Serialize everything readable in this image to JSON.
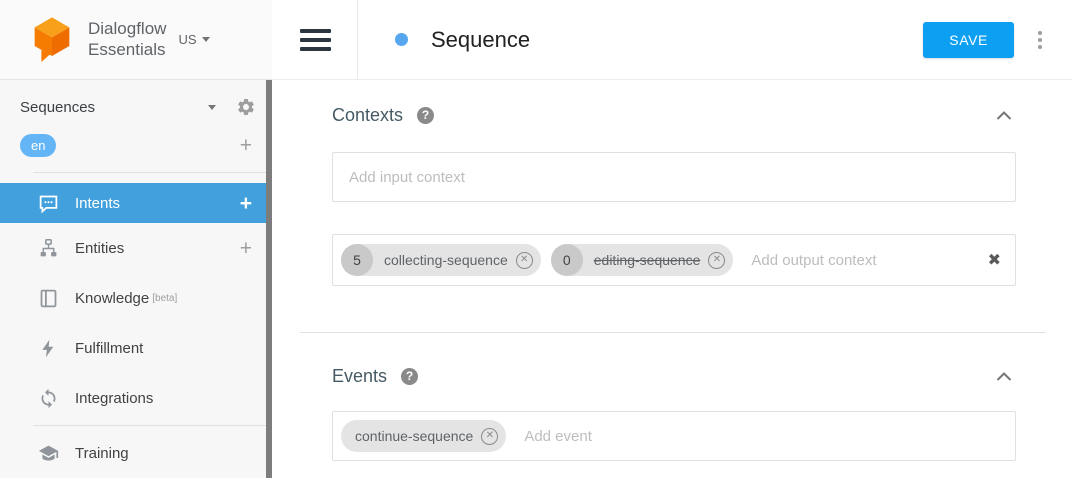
{
  "colors": {
    "active_nav_blue": "#42a1dd",
    "lang_pill_blue": "#64b5f6",
    "save_button_blue": "#0d9ff2",
    "intent_dot_blue": "#57a7f0",
    "logo_orange_top": "#f9a01b",
    "logo_orange_body": "#ef6c00",
    "chip_gray": "#e4e4e4"
  },
  "icons": {
    "plus": "+",
    "help": "?",
    "chip_remove": "✕",
    "clear_all": "✖"
  },
  "sidebar": {
    "brand": {
      "line1": "Dialogflow",
      "line2": "Essentials",
      "region": "US"
    },
    "agent": {
      "name": "Sequences"
    },
    "language": {
      "code": "en"
    },
    "nav": [
      {
        "label": "Intents",
        "active": true
      },
      {
        "label": "Entities",
        "active": false
      },
      {
        "label": "Knowledge",
        "badge": "[beta]",
        "active": false
      },
      {
        "label": "Fulfillment",
        "active": false
      },
      {
        "label": "Integrations",
        "active": false
      },
      {
        "label": "Training",
        "active": false
      }
    ]
  },
  "header": {
    "title": "Sequence",
    "save_label": "SAVE"
  },
  "contexts": {
    "heading": "Contexts",
    "input_placeholder": "Add input context",
    "output_placeholder": "Add output context",
    "output_chips": [
      {
        "lifespan": "5",
        "name": "collecting-sequence",
        "strikethrough": false
      },
      {
        "lifespan": "0",
        "name": "editing-sequence",
        "strikethrough": true
      }
    ]
  },
  "events": {
    "heading": "Events",
    "placeholder": "Add event",
    "chips": [
      {
        "name": "continue-sequence"
      }
    ]
  }
}
